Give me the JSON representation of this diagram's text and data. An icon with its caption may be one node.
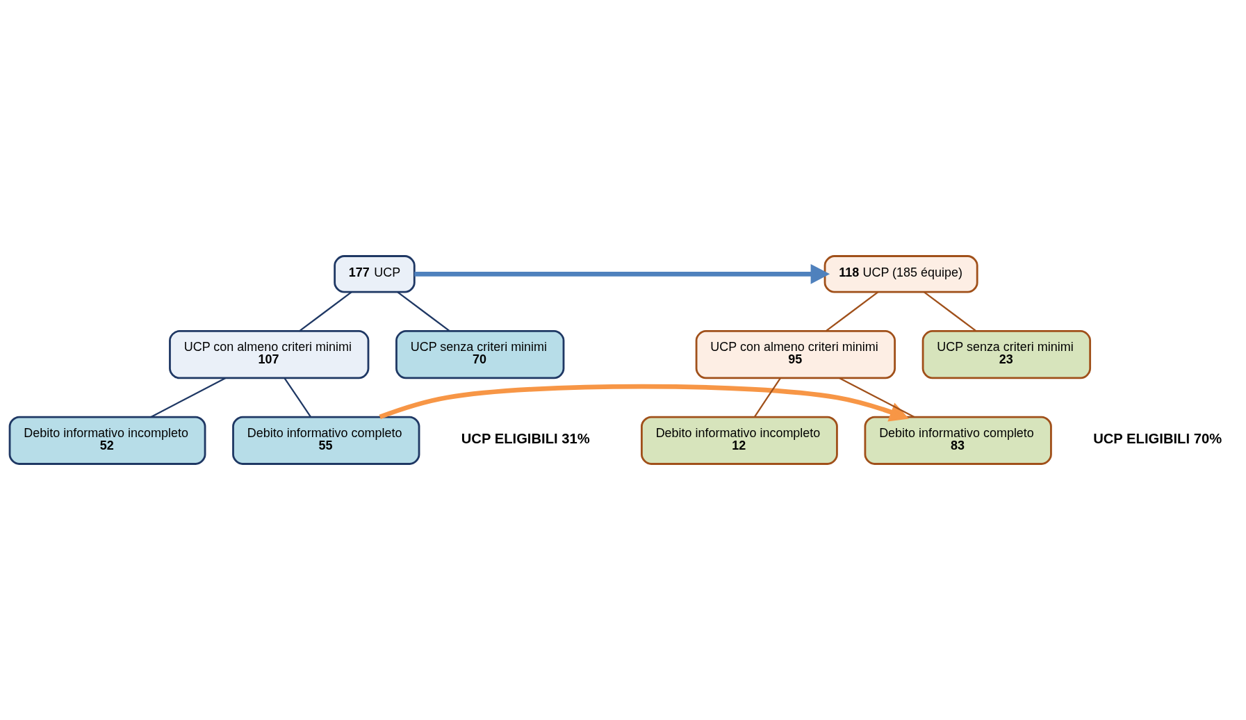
{
  "diagram": {
    "nodes": [
      {
        "text": [
          "**177** UCP"
        ]
      },
      {
        "text": [
          "UCP con almeno criteri minimi",
          "107"
        ]
      },
      {
        "text": [
          "UCP senza criteri minimi",
          "70"
        ]
      },
      {
        "text": [
          "Debito informativo incompleto",
          "52"
        ]
      },
      {
        "text": [
          "Debito informativo completo",
          "55"
        ],
        "beside": [
          "UCP ELIGIBILI 31%"
        ]
      },
      {
        "text": [
          "**118** UCP (185 équipe)"
        ]
      },
      {
        "text": [
          "UCP con almeno criteri minimi",
          "95"
        ]
      },
      {
        "text": [
          "UCP senza criteri minimi",
          "23"
        ]
      },
      {
        "text": [
          "Debito informativo incompleto",
          "12"
        ]
      },
      {
        "text": [
          "Debito informativo completo",
          "83"
        ],
        "beside": [
          "UCP ELIGIBILI 70%"
        ]
      }
    ],
    "edges": [
      {
        "from": 0,
        "to": 1,
        "arrow": "none"
      },
      {
        "from": 0,
        "to": 2,
        "arrow": "none"
      },
      {
        "from": 1,
        "to": 3,
        "arrow": "none"
      },
      {
        "from": 1,
        "to": 4,
        "arrow": "none"
      },
      {
        "from": 5,
        "to": 6,
        "arrow": "none",
        "color": "#a0501a"
      },
      {
        "from": 5,
        "to": 7,
        "arrow": "none",
        "color": "#a0501a"
      },
      {
        "from": 6,
        "to": 8,
        "arrow": "none",
        "color": "#a0501a"
      },
      {
        "from": 6,
        "to": 9,
        "arrow": "none",
        "color": "#a0501a"
      },
      {
        "from": 0,
        "to": 5,
        "arrow": "to",
        "style": "thick",
        "color": "#4f81bd"
      },
      {
        "from": 4,
        "to": 9,
        "arrow": "to",
        "style": "thick",
        "color": "#f79646"
      }
    ]
  }
}
